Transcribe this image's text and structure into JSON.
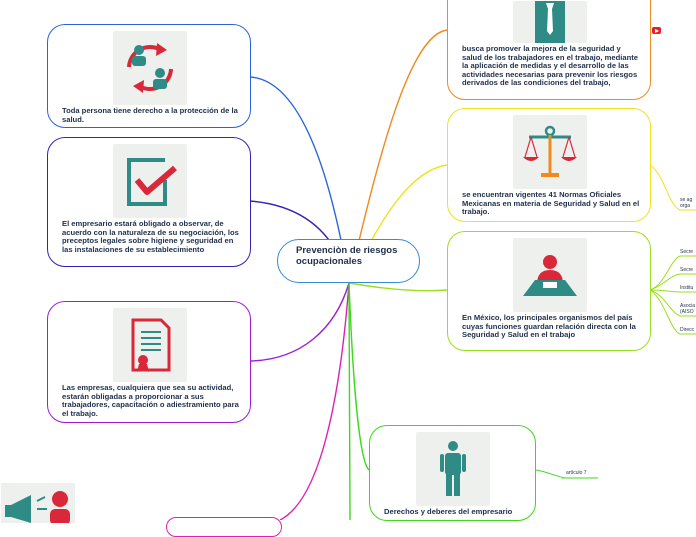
{
  "central": {
    "title": "Prevenciòn de riesgos ocupacionales"
  },
  "branches": [
    {
      "id": "proteccion",
      "text": "Toda persona tiene derecho a la protección de la salud.",
      "color": "#2a64d8",
      "icon": "recycle-people-icon"
    },
    {
      "id": "empresario",
      "text": "El empresario estará obligado a observar, de acuerdo con la naturaleza de su negociación, los preceptos legales sobre higiene y seguridad en las instalaciones de su establecimiento",
      "color": "#3b1fb8",
      "icon": "checkbox-check-icon"
    },
    {
      "id": "capacitacion",
      "text": "Las empresas, cualquiera que sea su actividad, estarán obligadas a proporcionar a sus trabajadores, capacitación o adiestramiento para el trabajo.",
      "color": "#9c1ed0",
      "icon": "certificate-icon"
    },
    {
      "id": "bottom",
      "text": "",
      "color": "#e01fb0",
      "icon": "megaphone-icon"
    },
    {
      "id": "mejora",
      "text": "busca promover la mejora de la seguridad y salud de los trabajadores en el trabajo, mediante la aplicación de medidas y el desarrollo de las actividades necesarias para prevenir los riesgos derivados de las condiciones del trabajo,",
      "color": "#f08a1e",
      "icon": "businessman-icon"
    },
    {
      "id": "normas",
      "text": "se encuentran vigentes 41 Normas Oficiales Mexicanas en materia de Seguridad y Salud en el trabajo.",
      "color": "#f0e21e",
      "icon": "scales-icon"
    },
    {
      "id": "organismos",
      "text": "En México, los principales organismos del país cuyas funciones guardan relación directa con la Seguridad y Salud en el trabajo",
      "color": "#9ae01e",
      "icon": "speaker-podium-icon"
    },
    {
      "id": "derechos",
      "text": "Derechos y deberes del empresario",
      "color": "#3ed81e",
      "icon": "person-standing-icon"
    }
  ],
  "leaves": {
    "normas": [
      "se ag",
      "orga"
    ],
    "organismos": [
      "Secre",
      "Secre",
      "Institu",
      "Asocia",
      "(AISO",
      "Direcc"
    ],
    "derechos": [
      "artículo 7"
    ]
  }
}
